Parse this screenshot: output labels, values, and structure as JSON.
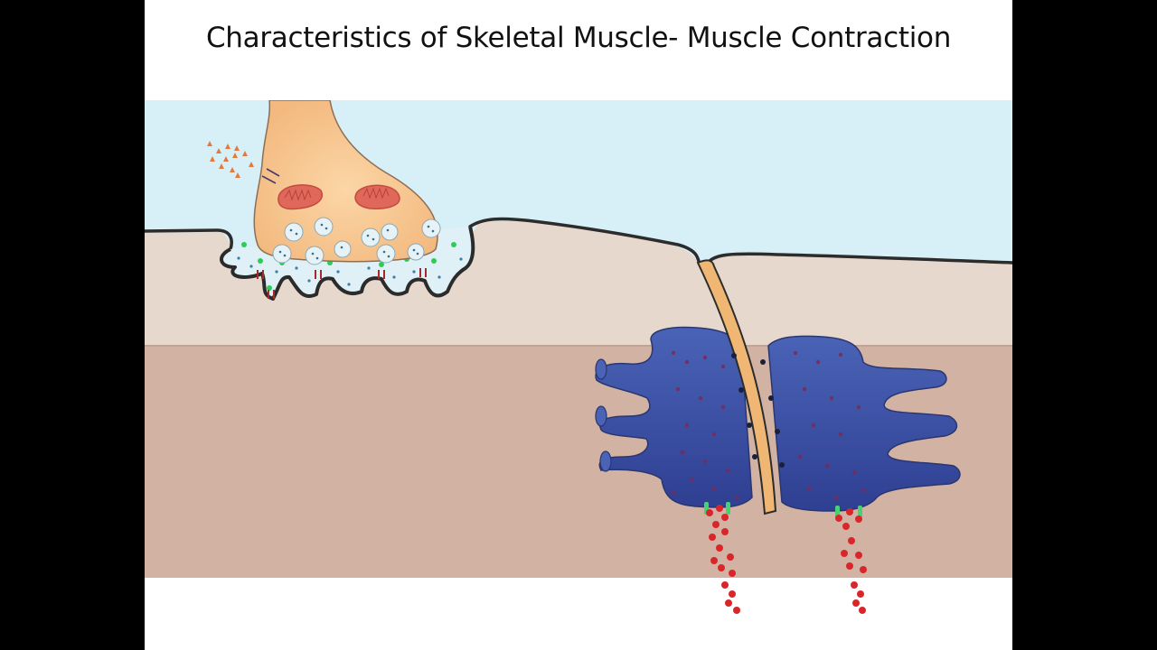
{
  "slide": {
    "title": "Characteristics of Skeletal Muscle- Muscle Contraction",
    "background": "#ffffff",
    "letterbox_color": "#000000"
  },
  "figure": {
    "subject": "neuromuscular junction and T-tubule / sarcoplasmic reticulum calcium release",
    "components": [
      {
        "name": "axon-terminal",
        "color": "#f5c28f"
      },
      {
        "name": "mitochondria",
        "count": 2,
        "color": "#e0685a"
      },
      {
        "name": "synaptic-vesicles",
        "count": 10,
        "color": "#e6f2f6"
      },
      {
        "name": "acetylcholine-molecules",
        "color": "#3a7fa8"
      },
      {
        "name": "acetylcholine-receptors",
        "color": "#2ecc55"
      },
      {
        "name": "extracellular-fluid",
        "color": "#d7f0f8"
      },
      {
        "name": "sarcolemma",
        "color": "#e7d8ce"
      },
      {
        "name": "sarcoplasm",
        "color": "#d2b2a2"
      },
      {
        "name": "t-tubule",
        "color": "#f0b774"
      },
      {
        "name": "sarcoplasmic-reticulum",
        "count": 2,
        "color": "#3e56a8"
      },
      {
        "name": "calcium-ions",
        "color": "#d9262b"
      },
      {
        "name": "calcium-channels",
        "color": "#47d173"
      },
      {
        "name": "incoming-ions",
        "color": "#e07b3c"
      }
    ]
  }
}
